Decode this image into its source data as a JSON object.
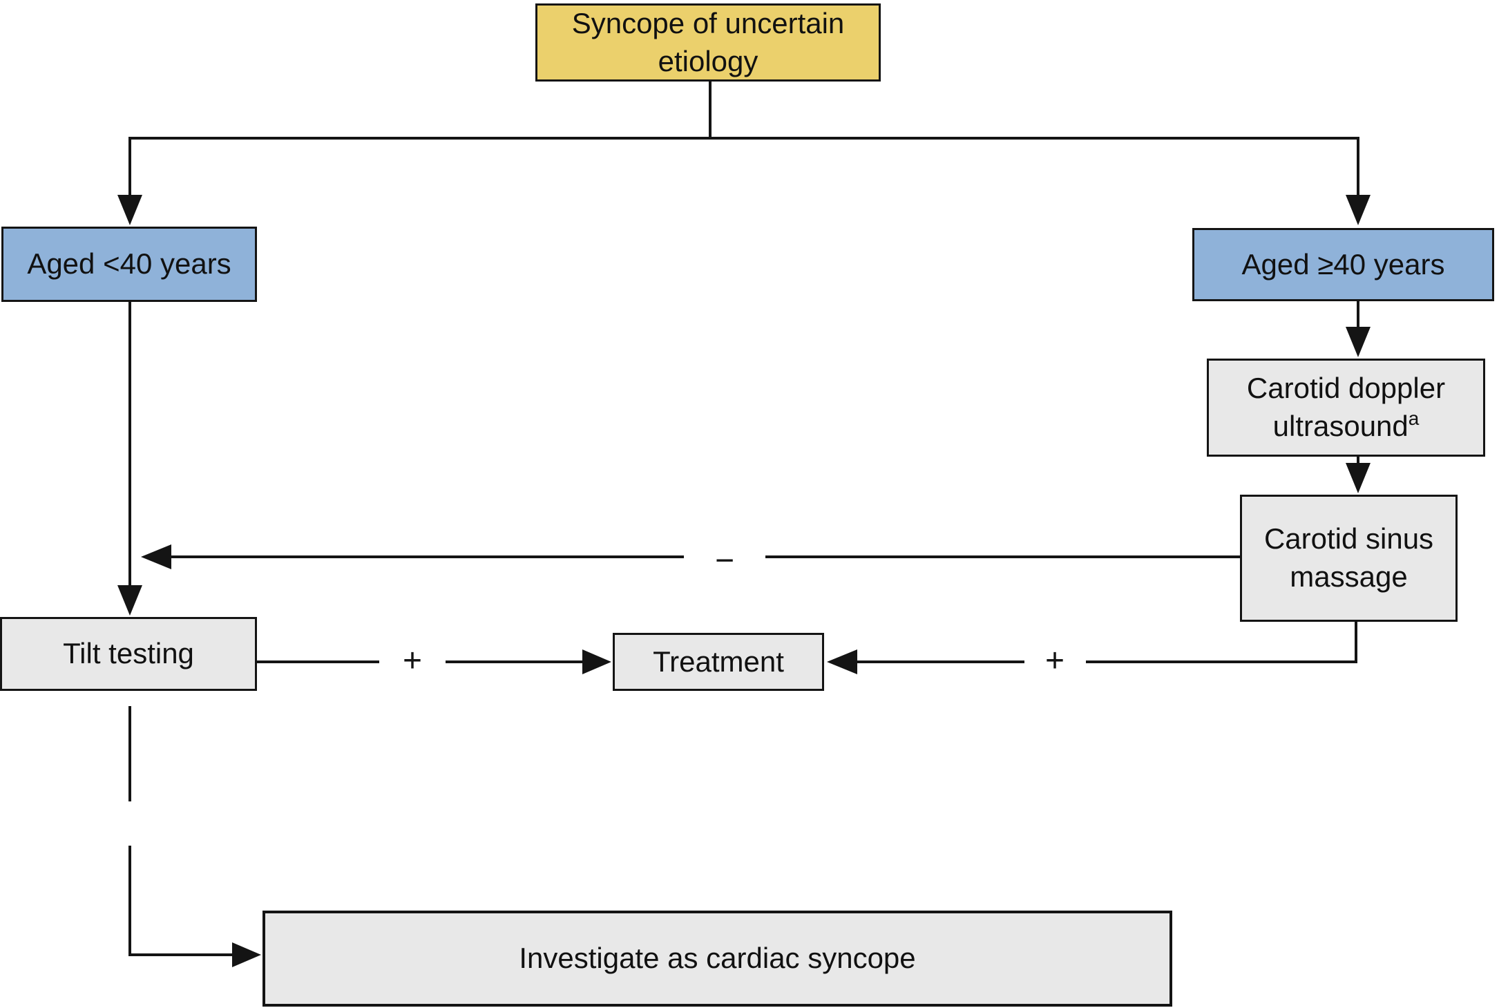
{
  "diagram": {
    "title_node": "Syncope of uncertain etiology",
    "nodes": {
      "syncope": {
        "label": "Syncope of uncertain etiology"
      },
      "aged_lt40": {
        "label": "Aged <40 years"
      },
      "aged_ge40": {
        "label": "Aged ≥40 years"
      },
      "doppler": {
        "label": "Carotid doppler ultrasound",
        "superscript": "a"
      },
      "massage": {
        "label": "Carotid sinus massage"
      },
      "tilt": {
        "label": "Tilt testing"
      },
      "treatment": {
        "label": "Treatment"
      },
      "investigate": {
        "label": "Investigate as cardiac syncope"
      }
    },
    "edge_labels": {
      "tilt_to_treatment_positive": "+",
      "massage_to_treatment_positive": "+",
      "massage_negative": "−"
    },
    "colors": {
      "highlight_yellow": "#ebd06c",
      "highlight_blue": "#8fb2d9",
      "node_gray": "#e8e8e8",
      "line_black": "#141414",
      "background": "#ffffff"
    }
  }
}
